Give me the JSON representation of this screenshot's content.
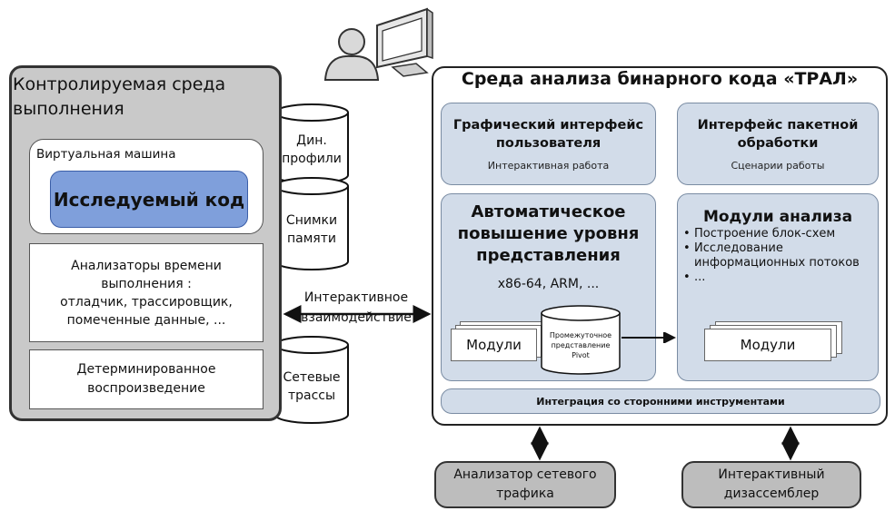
{
  "left_env": {
    "title_line1": "Контролируемая среда",
    "title_line2": "выполнения",
    "vm_label": "Виртуальная машина",
    "code_label": "Исследуемый код",
    "analyzers_line1": "Анализаторы времени",
    "analyzers_line2": "выполнения :",
    "analyzers_line3": "отладчик, трассировщик,",
    "analyzers_line4": "помеченные данные, ...",
    "replay_line1": "Детерминированное",
    "replay_line2": "воспроизведение"
  },
  "storage": {
    "profiles_line1": "Дин.",
    "profiles_line2": "профили",
    "snapshots_line1": "Снимки",
    "snapshots_line2": "памяти",
    "traces_line1": "Сетевые",
    "traces_line2": "трассы"
  },
  "interaction": {
    "line1": "Интерактивное",
    "line2": "взаимодействие"
  },
  "right_env": {
    "title": "Среда анализа бинарного кода «ТРАЛ»",
    "gui_title_line1": "Графический интерфейс",
    "gui_title_line2": "пользователя",
    "gui_note": "Интерактивная работа",
    "batch_title_line1": "Интерфейс пакетной",
    "batch_title_line2": "обработки",
    "batch_note": "Сценарии работы",
    "auto_title_line1": "Автоматическое",
    "auto_title_line2": "повышение уровня",
    "auto_title_line3": "представления",
    "auto_arch": "x86-64, ARM, ...",
    "modules_label": "Модули",
    "ir_line1": "Промежуточное",
    "ir_line2": "представление",
    "ir_line3": "Pivot",
    "analysis_title": "Модули анализа",
    "analysis_items": [
      "Построение  блок-схем",
      "Исследование информационных потоков",
      "..."
    ],
    "analysis_modules_label": "Модули",
    "integration": "Интеграция со сторонними инструментами"
  },
  "tools": {
    "net_line1": "Анализатор сетевого",
    "net_line2": "трафика",
    "dis_line1": "Интерактивный",
    "dis_line2": "дизассемблер"
  }
}
